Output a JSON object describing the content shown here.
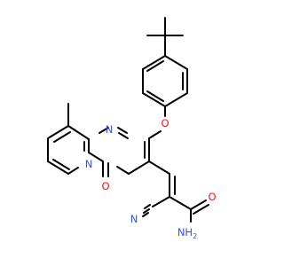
{
  "molecule": {
    "atoms": {
      "ether_oxygen": "O",
      "carbonyl_oxygen": "O",
      "amide_oxygen": "O",
      "ring_n_top": "N",
      "ring_n_bridge": "N",
      "nitrile_n": "N",
      "amide_nh2": "NH",
      "amide_nh2_subscript": "2"
    },
    "colors": {
      "carbon_bond": "#000000",
      "nitrogen": "#3050F8",
      "oxygen": "#FF0D0D",
      "background": "#ffffff"
    }
  }
}
